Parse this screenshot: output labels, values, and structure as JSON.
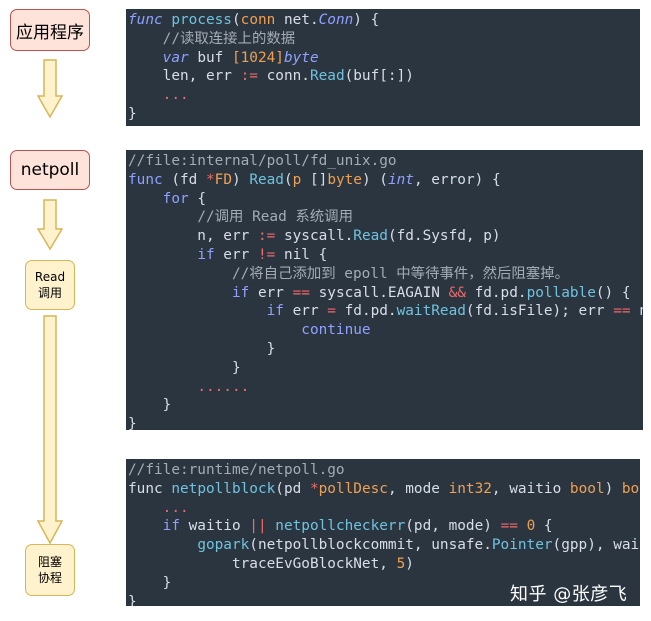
{
  "stages": {
    "app": "应用程序",
    "netpoll": "netpoll",
    "read_call_line1": "Read",
    "read_call_line2": "调用",
    "block_line1": "阻塞",
    "block_line2": "协程"
  },
  "watermark": "知乎 @张彦飞",
  "colors": {
    "stage_fill": "#fde3d9",
    "stage_border": "#b85450",
    "call_fill": "#fff2cc",
    "call_border": "#d6b656",
    "code_bg": "#2b3540"
  },
  "code_blocks": [
    {
      "id": "process",
      "lines": [
        [
          [
            "kw-it",
            "func"
          ],
          [
            "plain",
            " "
          ],
          [
            "fn",
            "process"
          ],
          [
            "plain",
            "("
          ],
          [
            "param",
            "conn"
          ],
          [
            "plain",
            " net."
          ],
          [
            "type-it",
            "Conn"
          ],
          [
            "plain",
            ") {"
          ]
        ],
        [
          [
            "plain",
            "    "
          ],
          [
            "comment",
            "//读取连接上的数据"
          ]
        ],
        [
          [
            "plain",
            "    "
          ],
          [
            "kw-it",
            "var"
          ],
          [
            "plain",
            " buf "
          ],
          [
            "num",
            "[1024]"
          ],
          [
            "type-it",
            "byte"
          ]
        ],
        [
          [
            "plain",
            "    len, err "
          ],
          [
            "op",
            ":="
          ],
          [
            "plain",
            " conn."
          ],
          [
            "call",
            "Read"
          ],
          [
            "plain",
            "(buf[:])"
          ]
        ],
        [
          [
            "plain",
            "    "
          ],
          [
            "dots",
            "..."
          ]
        ],
        [
          [
            "plain",
            "}"
          ]
        ]
      ]
    },
    {
      "id": "fd_read",
      "lines": [
        [
          [
            "comment",
            "//file:internal/poll/fd_unix.go"
          ]
        ],
        [
          [
            "kw",
            "func"
          ],
          [
            "plain",
            " (fd "
          ],
          [
            "op",
            "*"
          ],
          [
            "type",
            "FD"
          ],
          [
            "plain",
            ") "
          ],
          [
            "fn",
            "Read"
          ],
          [
            "plain",
            "("
          ],
          [
            "param",
            "p"
          ],
          [
            "plain",
            " []"
          ],
          [
            "type",
            "byte"
          ],
          [
            "plain",
            ") ("
          ],
          [
            "type-it",
            "int"
          ],
          [
            "plain",
            ", error) {"
          ]
        ],
        [
          [
            "plain",
            "    "
          ],
          [
            "kw",
            "for"
          ],
          [
            "plain",
            " {"
          ]
        ],
        [
          [
            "plain",
            "        "
          ],
          [
            "comment",
            "//调用 Read 系统调用"
          ]
        ],
        [
          [
            "plain",
            "        n, err "
          ],
          [
            "op",
            ":="
          ],
          [
            "plain",
            " syscall."
          ],
          [
            "call",
            "Read"
          ],
          [
            "plain",
            "(fd.Sysfd, p)"
          ]
        ],
        [
          [
            "plain",
            "        "
          ],
          [
            "kw",
            "if"
          ],
          [
            "plain",
            " err "
          ],
          [
            "op",
            "!="
          ],
          [
            "plain",
            " nil {"
          ]
        ],
        [
          [
            "plain",
            "            "
          ],
          [
            "comment",
            "//将自己添加到 epoll 中等待事件，然后阻塞掉。"
          ]
        ],
        [
          [
            "plain",
            "            "
          ],
          [
            "kw",
            "if"
          ],
          [
            "plain",
            " err "
          ],
          [
            "op",
            "=="
          ],
          [
            "plain",
            " syscall.EAGAIN "
          ],
          [
            "op",
            "&&"
          ],
          [
            "plain",
            " fd.pd."
          ],
          [
            "call",
            "pollable"
          ],
          [
            "plain",
            "() {"
          ]
        ],
        [
          [
            "plain",
            "                "
          ],
          [
            "kw",
            "if"
          ],
          [
            "plain",
            " err "
          ],
          [
            "op",
            "="
          ],
          [
            "plain",
            " fd.pd."
          ],
          [
            "call",
            "waitRead"
          ],
          [
            "plain",
            "(fd.isFile); err "
          ],
          [
            "op",
            "=="
          ],
          [
            "plain",
            " nil {"
          ]
        ],
        [
          [
            "plain",
            "                    "
          ],
          [
            "kw",
            "continue"
          ]
        ],
        [
          [
            "plain",
            "                }"
          ]
        ],
        [
          [
            "plain",
            "            }"
          ]
        ],
        [
          [
            "plain",
            "        "
          ],
          [
            "dots",
            "......"
          ]
        ],
        [
          [
            "plain",
            "    }"
          ]
        ],
        [
          [
            "plain",
            "}"
          ]
        ]
      ]
    },
    {
      "id": "netpollblock",
      "lines": [
        [
          [
            "comment",
            "//file:runtime/netpoll.go"
          ]
        ],
        [
          [
            "plain",
            "func "
          ],
          [
            "fn",
            "netpollblock"
          ],
          [
            "plain",
            "(pd "
          ],
          [
            "op",
            "*"
          ],
          [
            "type",
            "pollDesc"
          ],
          [
            "plain",
            ", mode "
          ],
          [
            "type",
            "int32"
          ],
          [
            "plain",
            ", waitio "
          ],
          [
            "type",
            "bool"
          ],
          [
            "plain",
            ") "
          ],
          [
            "type",
            "bool"
          ],
          [
            "plain",
            " {"
          ]
        ],
        [
          [
            "plain",
            "    "
          ],
          [
            "dots",
            "..."
          ]
        ],
        [
          [
            "plain",
            "    "
          ],
          [
            "kw",
            "if"
          ],
          [
            "plain",
            " waitio "
          ],
          [
            "op",
            "||"
          ],
          [
            "plain",
            " "
          ],
          [
            "call",
            "netpollcheckerr"
          ],
          [
            "plain",
            "(pd, mode) "
          ],
          [
            "op",
            "=="
          ],
          [
            "plain",
            " "
          ],
          [
            "num",
            "0"
          ],
          [
            "plain",
            " {"
          ]
        ],
        [
          [
            "plain",
            "        "
          ],
          [
            "call",
            "gopark"
          ],
          [
            "plain",
            "(netpollblockcommit, unsafe."
          ],
          [
            "call",
            "Pointer"
          ],
          [
            "plain",
            "(gpp), waitReasonIOWait,"
          ]
        ],
        [
          [
            "plain",
            "            traceEvGoBlockNet, "
          ],
          [
            "num",
            "5"
          ],
          [
            "plain",
            ")"
          ]
        ],
        [
          [
            "plain",
            "    }"
          ]
        ],
        [
          [
            "plain",
            "}"
          ]
        ]
      ]
    }
  ]
}
